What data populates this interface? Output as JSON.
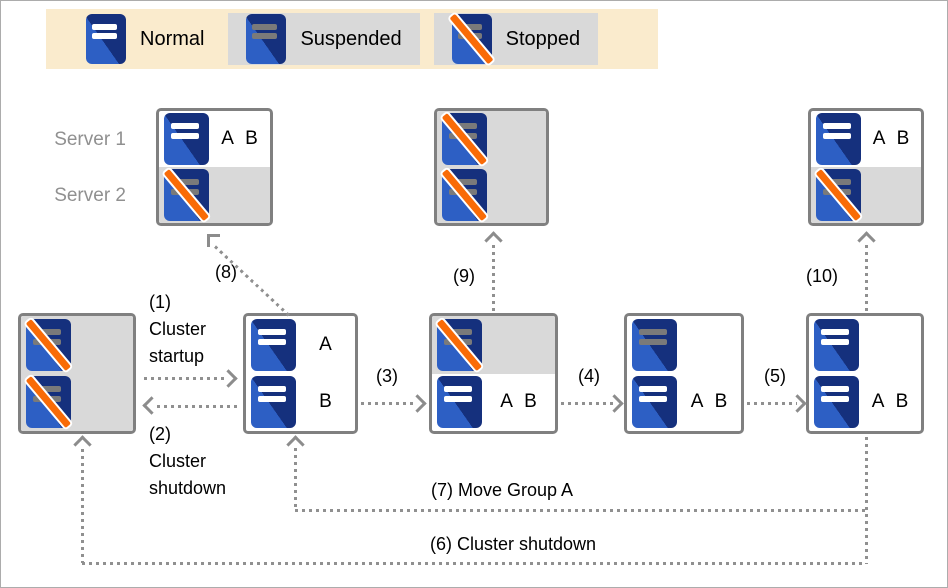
{
  "legend": {
    "items": [
      {
        "label": "Normal",
        "state": "normal"
      },
      {
        "label": "Suspended",
        "state": "suspended"
      },
      {
        "label": "Stopped",
        "state": "stopped"
      }
    ]
  },
  "server_rows": {
    "row1": "Server 1",
    "row2": "Server 2"
  },
  "boxes": {
    "top_left": {
      "rows": [
        {
          "state": "normal",
          "label": "A B"
        },
        {
          "state": "stopped",
          "label": ""
        }
      ]
    },
    "top_middle": {
      "rows": [
        {
          "state": "stopped",
          "label": ""
        },
        {
          "state": "stopped",
          "label": ""
        }
      ]
    },
    "top_right": {
      "rows": [
        {
          "state": "normal",
          "label": "A B"
        },
        {
          "state": "stopped",
          "label": ""
        }
      ]
    },
    "bottom_1": {
      "rows": [
        {
          "state": "stopped",
          "label": ""
        },
        {
          "state": "stopped",
          "label": ""
        }
      ]
    },
    "bottom_2": {
      "rows": [
        {
          "state": "normal",
          "label": "A"
        },
        {
          "state": "normal",
          "label": "B"
        }
      ]
    },
    "bottom_3": {
      "rows": [
        {
          "state": "stopped",
          "label": ""
        },
        {
          "state": "normal",
          "label": "A B"
        }
      ]
    },
    "bottom_4": {
      "rows": [
        {
          "state": "suspended",
          "label": ""
        },
        {
          "state": "normal",
          "label": "A B"
        }
      ]
    },
    "bottom_5": {
      "rows": [
        {
          "state": "normal",
          "label": ""
        },
        {
          "state": "normal",
          "label": "A B"
        }
      ]
    }
  },
  "transitions": {
    "t1": {
      "num": "(1)",
      "caption": "Cluster startup"
    },
    "t2": {
      "num": "(2)",
      "caption": "Cluster shutdown"
    },
    "t3": {
      "num": "(3)"
    },
    "t4": {
      "num": "(4)"
    },
    "t5": {
      "num": "(5)"
    },
    "t6": {
      "label": "(6) Cluster shutdown"
    },
    "t7": {
      "label": "(7) Move Group A"
    },
    "t8": {
      "num": "(8)"
    },
    "t9": {
      "num": "(9)"
    },
    "t10": {
      "num": "(10)"
    }
  },
  "colors": {
    "legend_bg": "#FAEBCD",
    "dim_bg": "#D9D9D9",
    "box_border": "#808080",
    "arrow_gray": "#909090",
    "icon_dark_blue": "#15307D",
    "icon_light_blue": "#2D5FC4",
    "bar_gray": "#7A7A7A",
    "slash_orange": "#F96B07",
    "side_label_gray": "#909090"
  }
}
